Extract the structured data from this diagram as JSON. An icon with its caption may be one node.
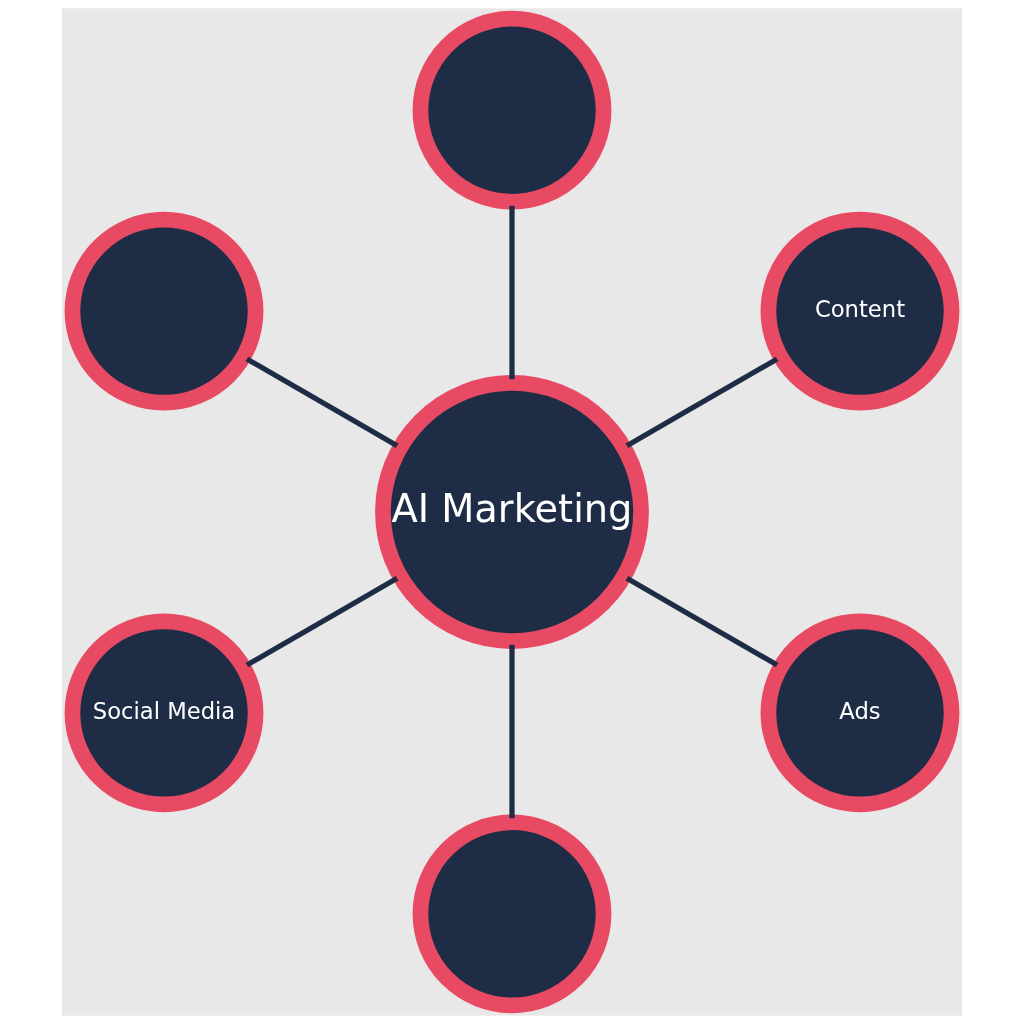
{
  "diagram": {
    "nodes": [
      {
        "text": [
          "Content"
        ]
      },
      {
        "text": [],
        "shape": "circle"
      },
      {
        "text": [],
        "shape": "circle"
      },
      {
        "text": [
          "AI Marketing"
        ]
      },
      {
        "text": [
          "Social Media"
        ]
      },
      {
        "text": [],
        "shape": "circle"
      },
      {
        "text": [
          "Ads"
        ]
      }
    ],
    "edges": [
      {
        "from": 3,
        "to": 0,
        "arrow": "none"
      },
      {
        "from": 3,
        "to": 2,
        "arrow": "none"
      },
      {
        "from": 3,
        "to": 5,
        "arrow": "none"
      },
      {
        "from": 3,
        "to": 6,
        "arrow": "none"
      },
      {
        "from": 3,
        "to": 4,
        "arrow": "none"
      },
      {
        "from": 3,
        "to": 1,
        "arrow": "none"
      }
    ]
  }
}
